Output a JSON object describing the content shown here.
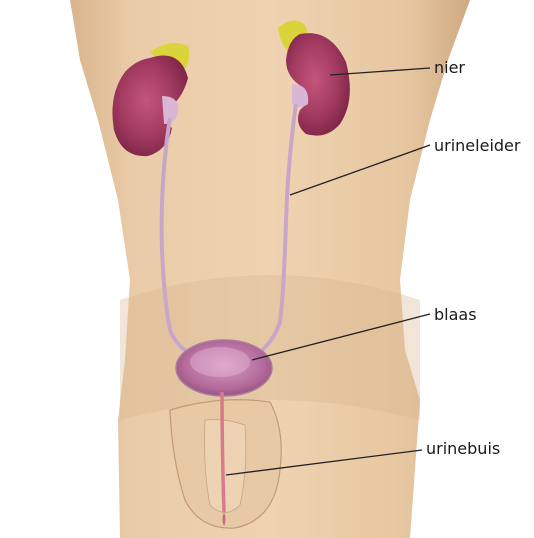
{
  "labels": {
    "kidney": "nier",
    "ureter": "urineleider",
    "bladder": "blaas",
    "urethra": "urinebuis"
  },
  "colors": {
    "skin": "#e6c7a3",
    "skin_shadow": "#c9a57f",
    "kidney": "#a8385e",
    "adrenal": "#d9d43a",
    "ureter": "#c9a6c8",
    "bladder": "#b86a9a",
    "urethra": "#d77a8a"
  }
}
